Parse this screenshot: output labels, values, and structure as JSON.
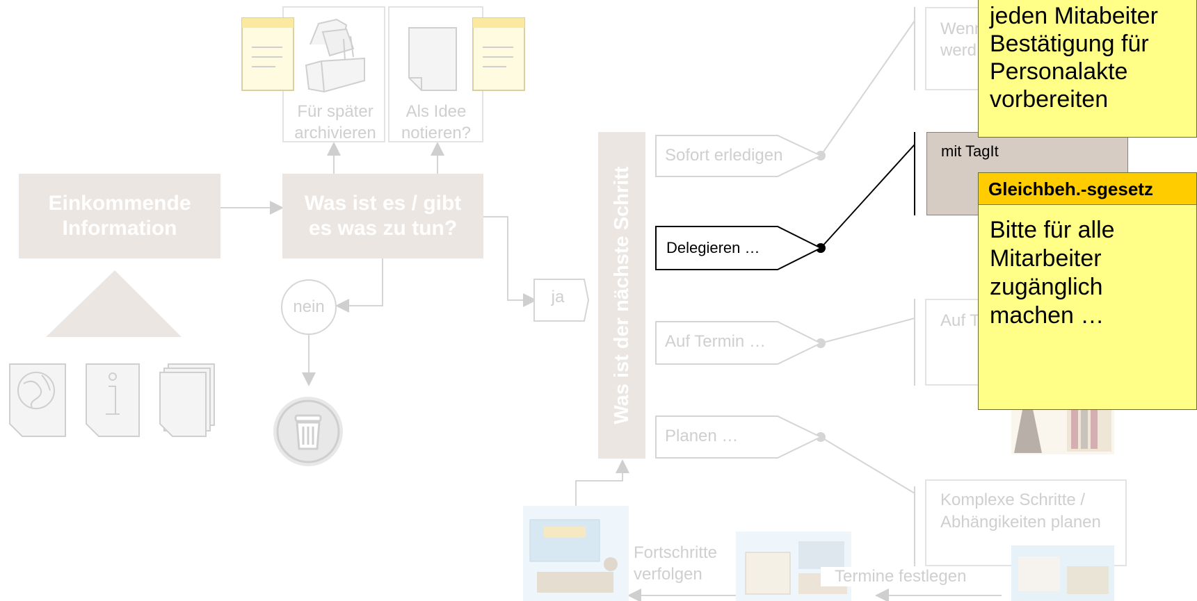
{
  "nodes": {
    "incoming": "Einkommende Information",
    "what_is_it": "Was ist es / gibt es was zu tun?",
    "archive": "Für später archivieren",
    "idea": "Als Idee notieren?",
    "no": "nein",
    "yes": "ja",
    "next_step": "Was ist der nächste Schritt",
    "do_now": "Sofort erledigen",
    "delegate": "Delegieren …",
    "schedule": "Auf Termin …",
    "plan": "Planen …",
    "two_minutes": "Wenn … Minu… werd…",
    "calendar": "Auf T… Kale…",
    "complex": "Komplexe Schritte / Abhängikeiten planen",
    "track_progress": "Fortschritte verfolgen",
    "set_dates": "Termine festlegen"
  },
  "tagit": {
    "label": "mit TagIt"
  },
  "notes": {
    "top": "jeden Mitabeiter Bestätigung für Personalakte vorbereiten",
    "main_header": "Gleichbeh.-sgesetz",
    "main_body": "Bitte für alle Mitarbeiter zugänglich machen …"
  },
  "icons": [
    "globe-doc-icon",
    "info-doc-icon",
    "stack-doc-icon",
    "trash-icon",
    "file-box-icon",
    "blank-doc-icon",
    "notepad-icon"
  ],
  "colors": {
    "faded": "#cfcfcf",
    "grey_box": "#ebe6e2",
    "note_yellow": "#ffff88",
    "note_header": "#ffcc00",
    "tagit_box": "#d6ccc4"
  }
}
